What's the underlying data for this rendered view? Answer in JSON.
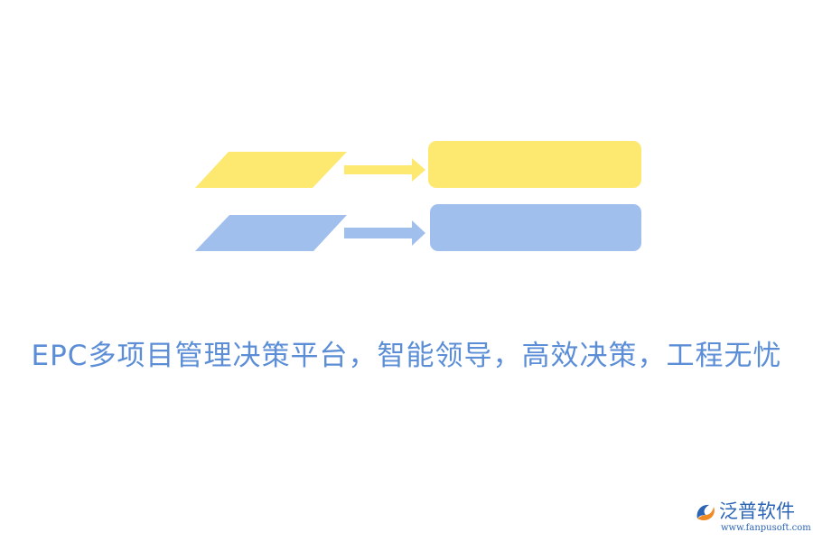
{
  "colors": {
    "yellow": "#fde870",
    "blue": "#a1bfed",
    "headline": "#5b8ed6",
    "brand": "#2b64b5",
    "accent": "#f08a23"
  },
  "headline": "EPC多项目管理决策平台，智能领导，高效决策，工程无忧",
  "logo": {
    "name": "泛普软件",
    "url": "www.fanpusoft.com"
  }
}
